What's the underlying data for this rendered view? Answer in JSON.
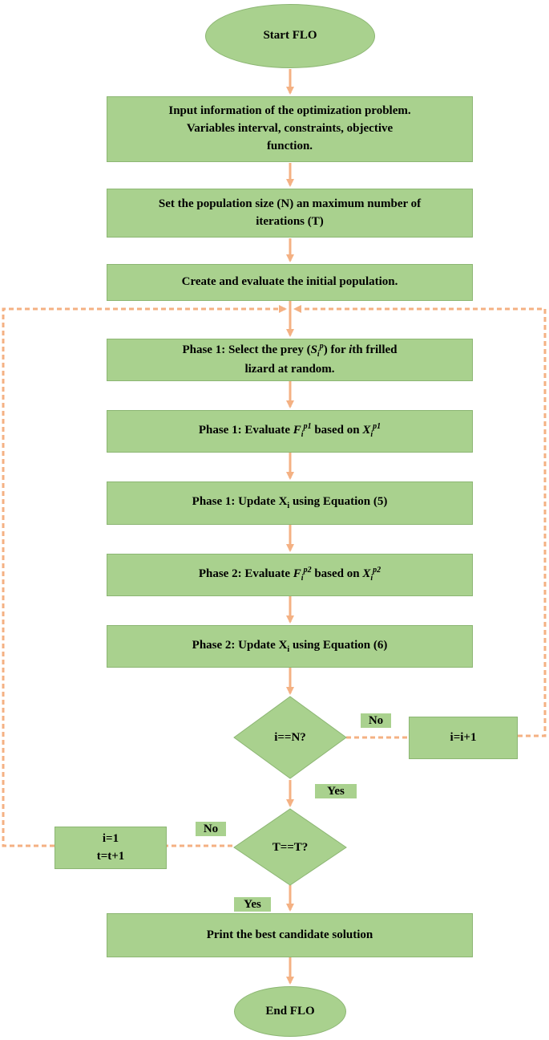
{
  "nodes": {
    "start": "Start FLO",
    "input_line1": "Input information of the optimization problem.",
    "input_line2": "Variables interval, constraints, objective",
    "input_line3": "function.",
    "setpop_line1": "Set the population size (N) an maximum number of",
    "setpop_line2": "iterations (T)",
    "create": "Create and evaluate the initial population.",
    "p1select_a": "Phase 1: Select the prey (",
    "p1select_sym": "S",
    "p1select_sub": "i",
    "p1select_sup": "p",
    "p1select_b": ") for ",
    "p1select_i": "i",
    "p1select_c": "th frilled",
    "p1select_line2": "lizard at random.",
    "p1eval_a": "Phase 1: Evaluate ",
    "p1eval_F": "F",
    "p1eval_Fsub": "i",
    "p1eval_Fsup": "p1",
    "p1eval_b": " based on ",
    "p1eval_X": "X",
    "p1eval_Xsub": "i",
    "p1eval_Xsup": "p1",
    "p1update_a": "Phase 1: Update X",
    "p1update_sub": "i",
    "p1update_b": " using Equation (5)",
    "p2eval_a": "Phase 2: Evaluate ",
    "p2eval_F": "F",
    "p2eval_Fsub": "i",
    "p2eval_Fsup": "p2",
    "p2eval_b": " based on ",
    "p2eval_X": "X",
    "p2eval_Xsub": "i",
    "p2eval_Xsup": "p2",
    "p2update_a": "Phase 2: Update X",
    "p2update_sub": "i",
    "p2update_b": " using Equation (6)",
    "decision1": "i==N?",
    "increment_i": "i=i+1",
    "decision2": "T==T?",
    "reset_line1": "i=1",
    "reset_line2": "t=t+1",
    "print": "Print the best candidate solution",
    "end": "End FLO"
  },
  "labels": {
    "no1": "No",
    "yes1": "Yes",
    "no2": "No",
    "yes2": "Yes"
  },
  "colors": {
    "box_fill": "#a9d18e",
    "arrow": "#f4b183"
  }
}
